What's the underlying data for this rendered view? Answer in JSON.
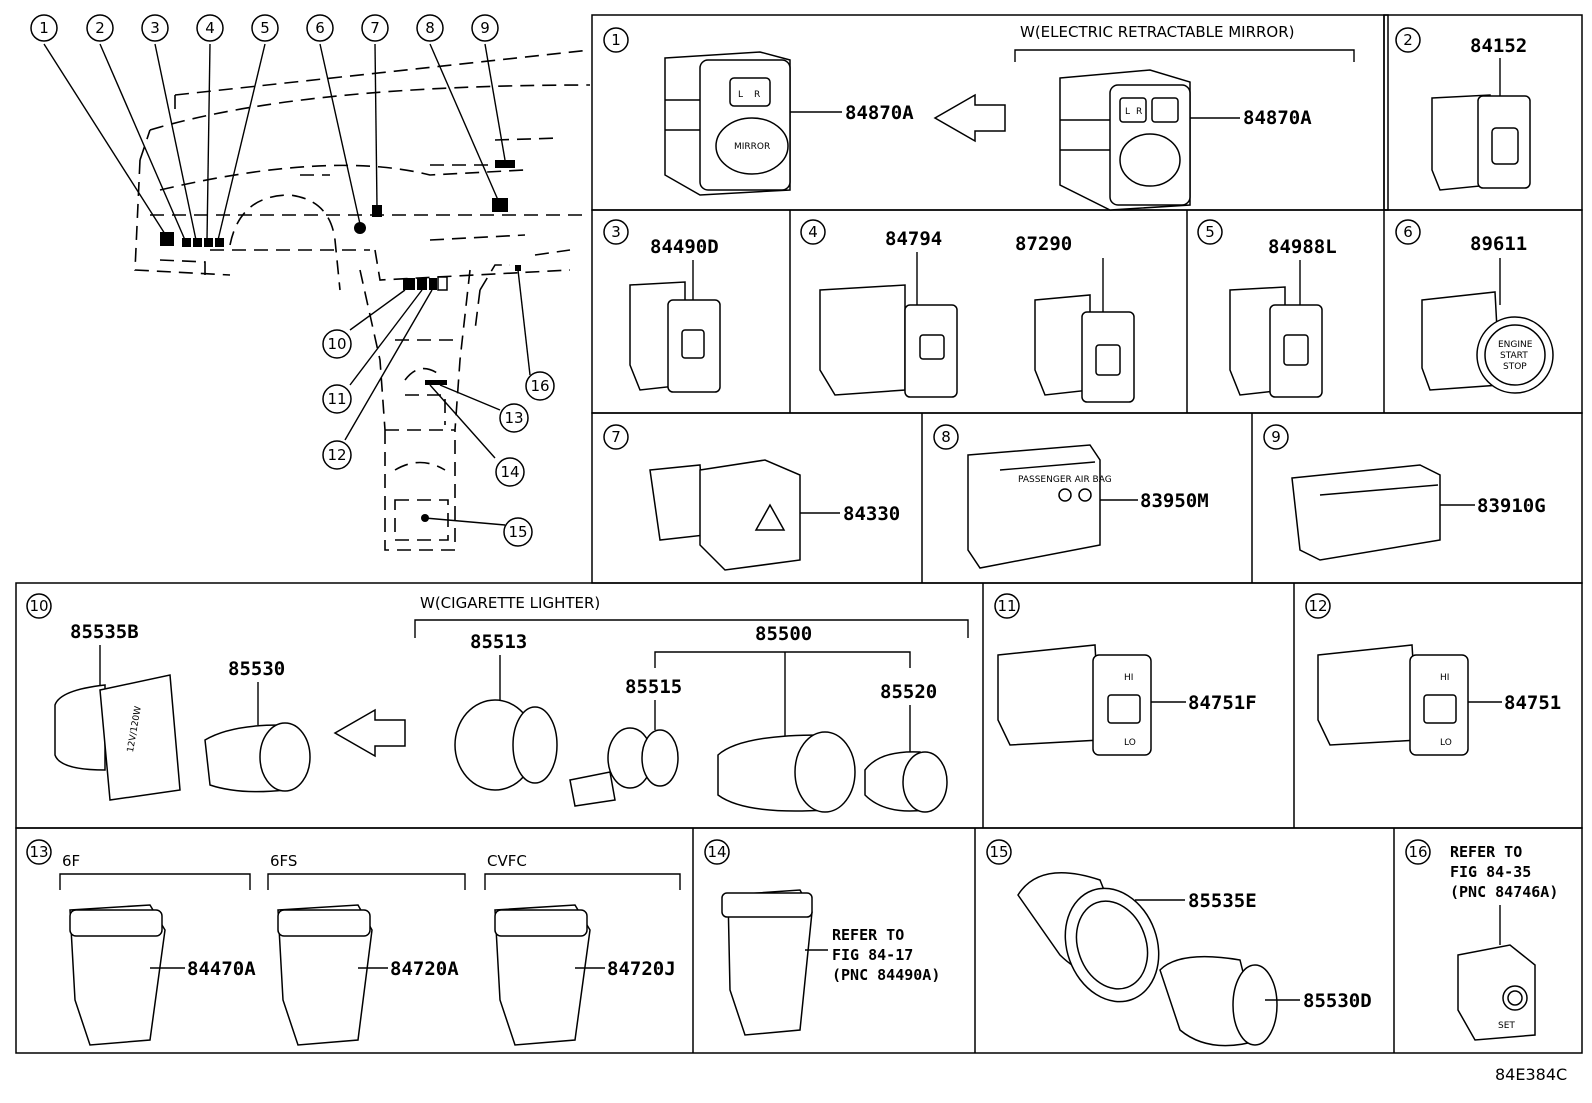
{
  "diagram_code": "84E384C",
  "overview_callouts": [
    "1",
    "2",
    "3",
    "4",
    "5",
    "6",
    "7",
    "8",
    "9",
    "10",
    "11",
    "12",
    "13",
    "14",
    "15",
    "16"
  ],
  "panels": {
    "p1": {
      "num": "1",
      "group": "W(ELECTRIC RETRACTABLE MIRROR)",
      "parts": [
        "84870A",
        "84870A"
      ],
      "labels": {
        "mirror": "MIRROR",
        "l": "L",
        "r": "R"
      }
    },
    "p2": {
      "num": "2",
      "parts": [
        "84152"
      ]
    },
    "p3": {
      "num": "3",
      "parts": [
        "84490D"
      ]
    },
    "p4": {
      "num": "4",
      "parts": [
        "84794",
        "87290"
      ]
    },
    "p5": {
      "num": "5",
      "parts": [
        "84988L"
      ]
    },
    "p6": {
      "num": "6",
      "parts": [
        "89611"
      ],
      "labels": {
        "l1": "ENGINE",
        "l2": "START",
        "l3": "STOP"
      }
    },
    "p7": {
      "num": "7",
      "parts": [
        "84330"
      ]
    },
    "p8": {
      "num": "8",
      "parts": [
        "83950M"
      ],
      "labels": {
        "l1": "PASSENGER AIR BAG"
      }
    },
    "p9": {
      "num": "9",
      "parts": [
        "83910G"
      ]
    },
    "p10": {
      "num": "10",
      "group": "W(CIGARETTE LIGHTER)",
      "parts": [
        "85535B",
        "85530",
        "85513",
        "85500",
        "85515",
        "85520"
      ],
      "labels": {
        "socket": "12V/120W"
      }
    },
    "p11": {
      "num": "11",
      "parts": [
        "84751F"
      ],
      "labels": {
        "hi": "HI",
        "lo": "LO"
      }
    },
    "p12": {
      "num": "12",
      "parts": [
        "84751"
      ],
      "labels": {
        "hi": "HI",
        "lo": "LO"
      }
    },
    "p13": {
      "num": "13",
      "groups": [
        "6F",
        "6FS",
        "CVFC"
      ],
      "parts": [
        "84470A",
        "84720A",
        "84720J"
      ]
    },
    "p14": {
      "num": "14",
      "refer": [
        "REFER TO",
        "FIG 84-17",
        "(PNC 84490A)"
      ]
    },
    "p15": {
      "num": "15",
      "parts": [
        "85535E",
        "85530D"
      ]
    },
    "p16": {
      "num": "16",
      "refer": [
        "REFER TO",
        "FIG 84-35",
        "(PNC 84746A)"
      ],
      "labels": {
        "set": "SET"
      }
    }
  }
}
